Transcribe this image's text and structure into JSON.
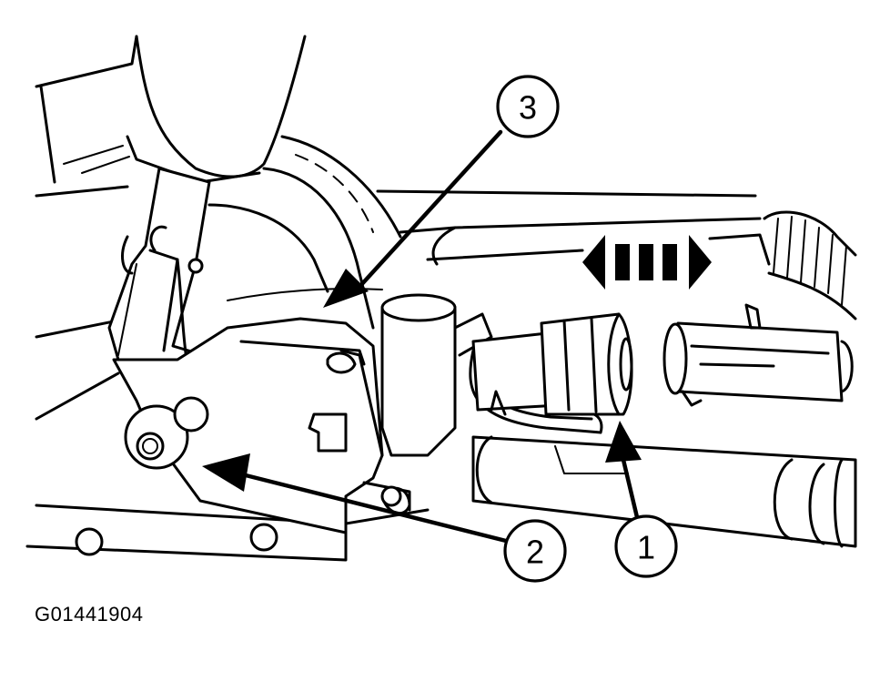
{
  "figure": {
    "id": "G01441904"
  },
  "callouts": [
    {
      "label": "1"
    },
    {
      "label": "2"
    },
    {
      "label": "3"
    }
  ]
}
